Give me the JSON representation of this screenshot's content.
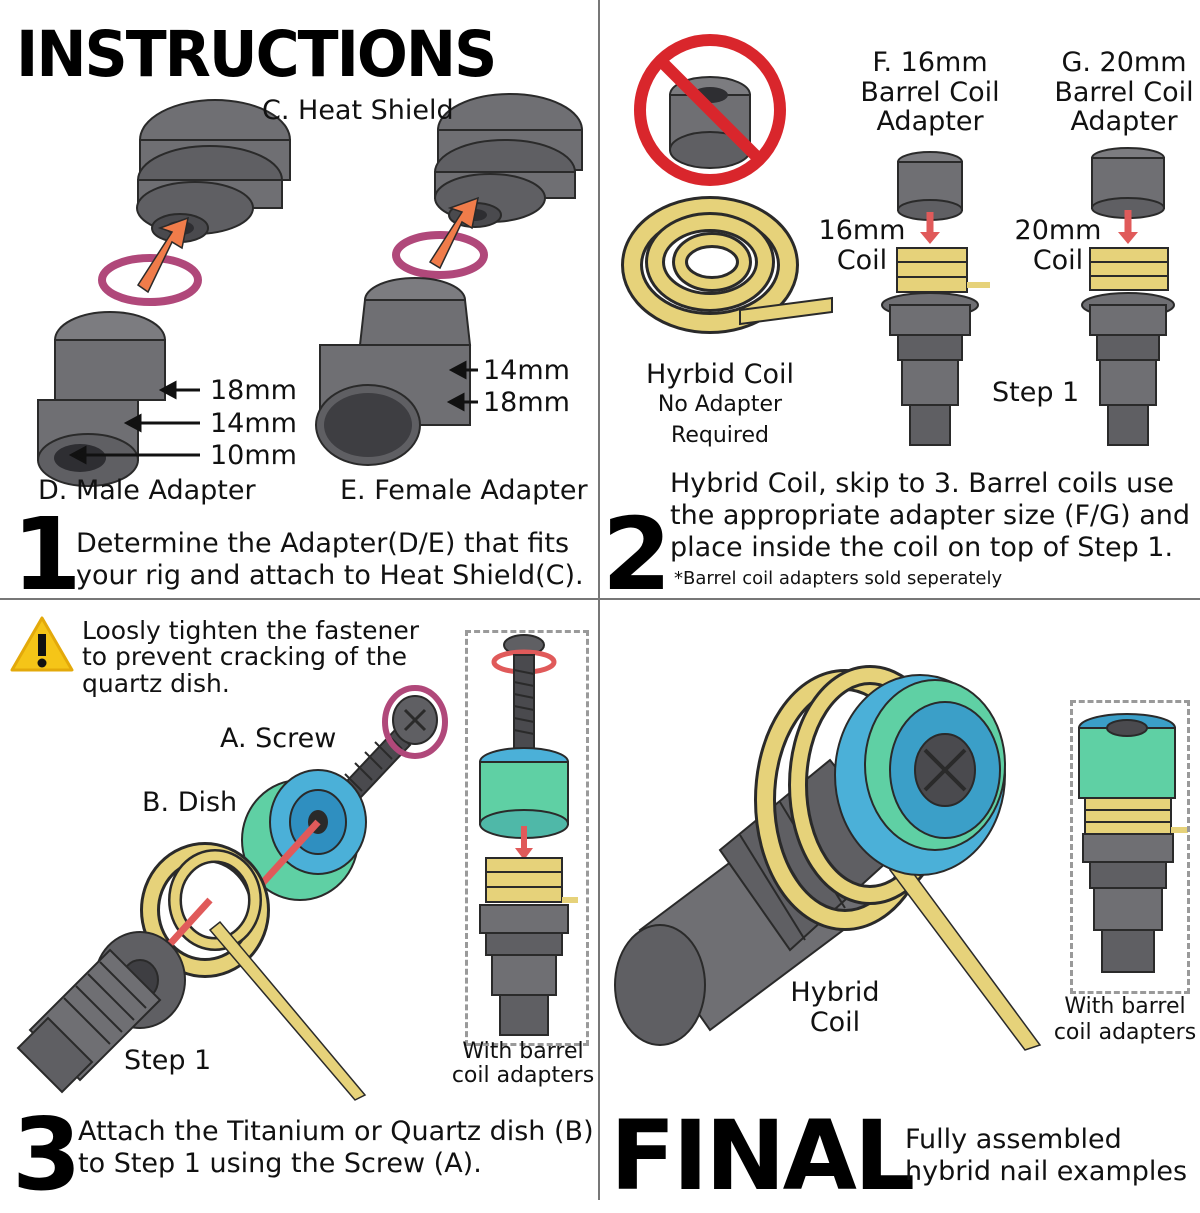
{
  "title": "INSTRUCTIONS",
  "panel1": {
    "heat_shield_label": "C. Heat Shield",
    "male_adapter_label": "D. Male Adapter",
    "female_adapter_label": "E. Female Adapter",
    "male_sizes": [
      "18mm",
      "14mm",
      "10mm"
    ],
    "female_sizes": [
      "14mm",
      "18mm"
    ],
    "step_number": "1",
    "step_text_line1": "Determine the Adapter(D/E) that fits",
    "step_text_line2": "your rig and attach to Heat Shield(C)."
  },
  "panel2": {
    "adapter16_line1": "F. 16mm",
    "adapter16_line2": "Barrel Coil",
    "adapter16_line3": "Adapter",
    "adapter20_line1": "G. 20mm",
    "adapter20_line2": "Barrel Coil",
    "adapter20_line3": "Adapter",
    "coil16_line1": "16mm",
    "coil16_line2": "Coil",
    "coil20_line1": "20mm",
    "coil20_line2": "Coil",
    "hybrid_label": "Hyrbid Coil",
    "hybrid_sub1": "No Adapter",
    "hybrid_sub2": "Required",
    "step1_label": "Step 1",
    "step_number": "2",
    "step_text_line1": "Hybrid Coil, skip to 3.  Barrel coils use",
    "step_text_line2": "the appropriate adapter size (F/G) and",
    "step_text_line3": "place inside the coil on top of Step 1.",
    "footnote": "*Barrel coil adapters sold seperately"
  },
  "panel3": {
    "warning_line1": "Loosly tighten the fastener",
    "warning_line2": "to prevent cracking of the",
    "warning_line3": "quartz dish.",
    "screw_label": "A. Screw",
    "dish_label": "B. Dish",
    "step1_label": "Step 1",
    "barrel_caption_line1": "With barrel",
    "barrel_caption_line2": "coil adapters",
    "step_number": "3",
    "step_text_line1": "Attach the Titanium or Quartz dish (B)",
    "step_text_line2": "to Step 1 using the Screw (A)."
  },
  "panel4": {
    "hybrid_line1": "Hybrid",
    "hybrid_line2": "Coil",
    "barrel_caption_line1": "With barrel",
    "barrel_caption_line2": "coil adapters",
    "final_word": "FINAL",
    "final_text_line1": "Fully assembled",
    "final_text_line2": "hybrid nail examples"
  },
  "colors": {
    "part_gray": "#6f6f73",
    "part_dark": "#3e3e42",
    "coil_gold": "#e6d27a",
    "arrow_red": "#e05a5a",
    "arrow_orange": "#f07c4a",
    "rotate_purple": "#b0487a",
    "dish_teal": "#4fc9a8",
    "warning_yellow": "#f5c518",
    "prohibit_red": "#d9262c"
  }
}
